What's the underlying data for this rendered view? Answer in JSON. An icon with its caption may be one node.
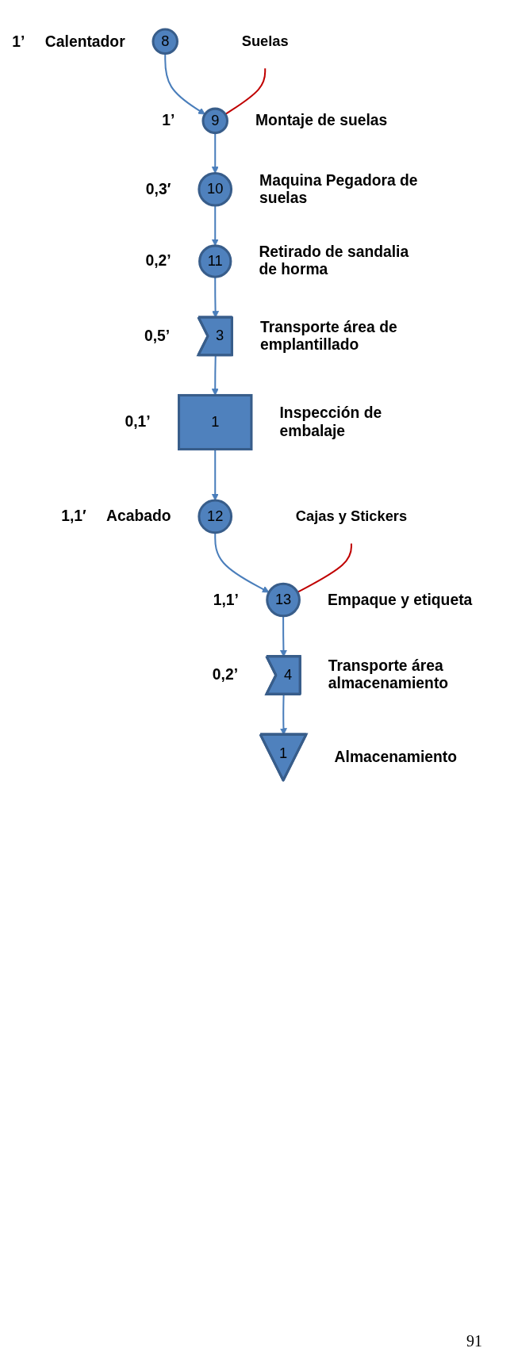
{
  "diagram": {
    "nodes": [
      {
        "text": [
          "8"
        ],
        "beside": [
          "1’",
          "Calentador"
        ]
      },
      {
        "text": [
          "Suelas"
        ]
      },
      {
        "text": [
          "9"
        ],
        "beside": [
          "1’",
          "Montaje de suelas"
        ]
      },
      {
        "text": [
          "10"
        ],
        "beside": [
          "0,3′",
          "Maquina Pegadora de suelas"
        ]
      },
      {
        "text": [
          "11"
        ],
        "beside": [
          "0,2’",
          "Retirado de sandalia de horma"
        ]
      },
      {
        "text": [
          "3"
        ],
        "beside": [
          "0,5’",
          "Transporte área de emplantillado"
        ]
      },
      {
        "text": [
          "1"
        ],
        "beside": [
          "0,1’",
          "Inspección de embalaje"
        ]
      },
      {
        "text": [
          "12"
        ],
        "beside": [
          "1,1′",
          "Acabado"
        ]
      },
      {
        "text": [
          "Cajas y Stickers"
        ]
      },
      {
        "text": [
          "13"
        ],
        "beside": [
          "1,1’",
          "Empaque y etiqueta"
        ]
      },
      {
        "text": [
          "4"
        ],
        "beside": [
          "0,2’",
          "Transporte área almacenamiento"
        ]
      },
      {
        "text": [
          "1"
        ],
        "beside": [
          "Almacenamiento"
        ]
      }
    ],
    "edges": [
      {
        "from": 0,
        "to": 2,
        "arrow": "to"
      },
      {
        "from": 1,
        "to": 2,
        "arrow": "none",
        "color": "#c00000"
      },
      {
        "from": 2,
        "to": 3,
        "arrow": "to"
      },
      {
        "from": 3,
        "to": 4,
        "arrow": "to"
      },
      {
        "from": 4,
        "to": 5,
        "arrow": "to"
      },
      {
        "from": 5,
        "to": 6,
        "arrow": "to"
      },
      {
        "from": 6,
        "to": 7,
        "arrow": "to"
      },
      {
        "from": 7,
        "to": 9,
        "arrow": "to"
      },
      {
        "from": 8,
        "to": 9,
        "arrow": "none",
        "color": "#c00000"
      },
      {
        "from": 9,
        "to": 10,
        "arrow": "to"
      },
      {
        "from": 10,
        "to": 11,
        "arrow": "to"
      }
    ],
    "labels": [
      "91"
    ]
  }
}
